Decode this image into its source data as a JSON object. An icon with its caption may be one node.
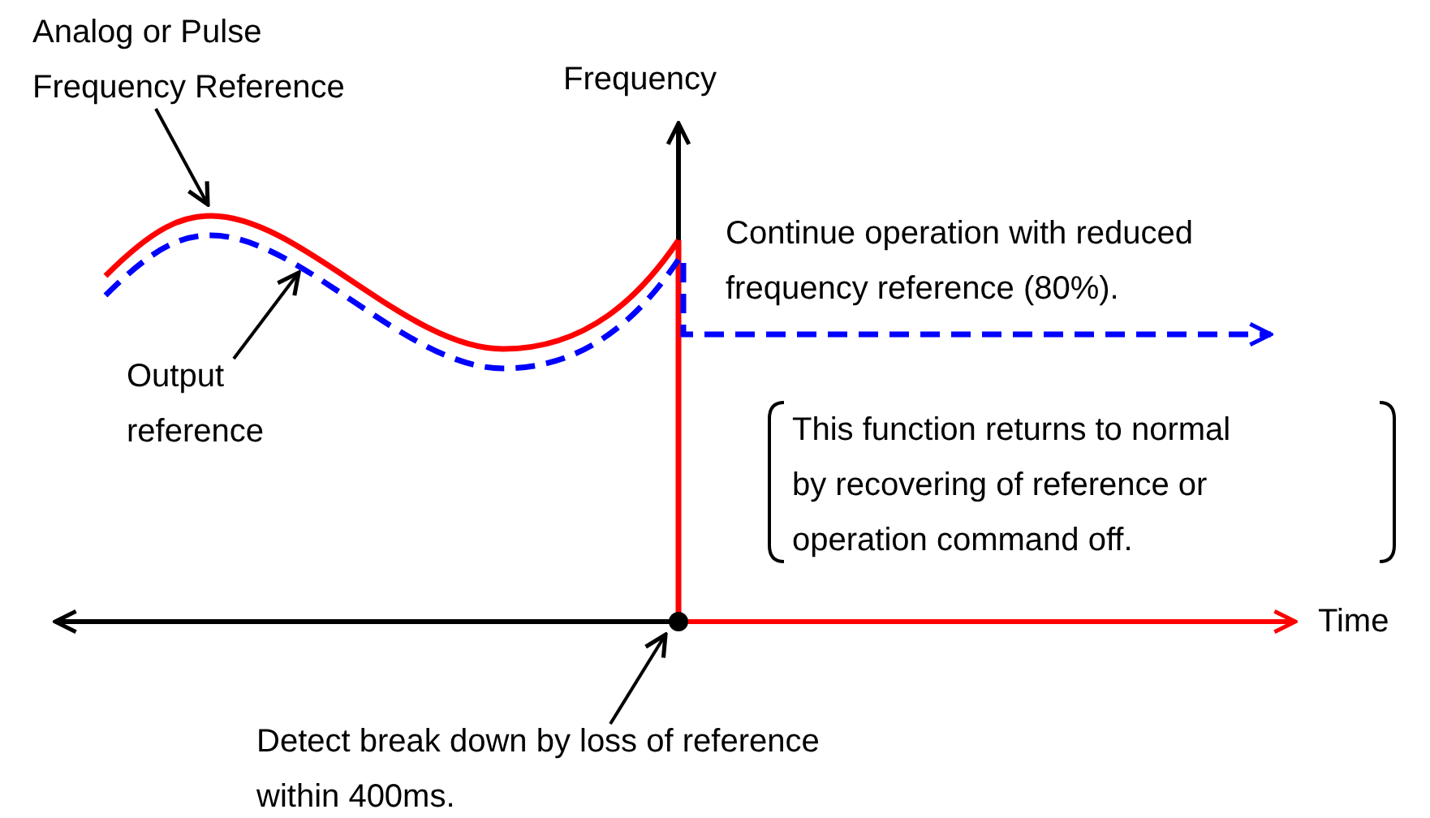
{
  "diagram": {
    "nodes": [
      {
        "text": [
          "Analog or Pulse Frequency Reference"
        ]
      },
      {
        "text": [],
        "shape": "curve"
      },
      {
        "text": [
          "Output reference"
        ]
      },
      {
        "text": [],
        "shape": "curve"
      },
      {
        "text": [
          "Detect break down by loss of reference within 400ms."
        ]
      },
      {
        "text": [],
        "shape": "circle"
      }
    ],
    "edges": [
      {
        "from": 0,
        "to": 1,
        "arrow": "to"
      },
      {
        "from": 2,
        "to": 3,
        "arrow": "to"
      },
      {
        "from": 4,
        "to": 5,
        "arrow": "to"
      },
      {
        "from": 3,
        "to": null,
        "arrow": "to",
        "style": "dashed",
        "color": "#0000ff"
      }
    ],
    "labels": [
      "Frequency",
      "Continue operation with reduced frequency reference (80%).",
      "This function returns to normal by recovering of reference or operation command off.",
      "Time"
    ]
  }
}
